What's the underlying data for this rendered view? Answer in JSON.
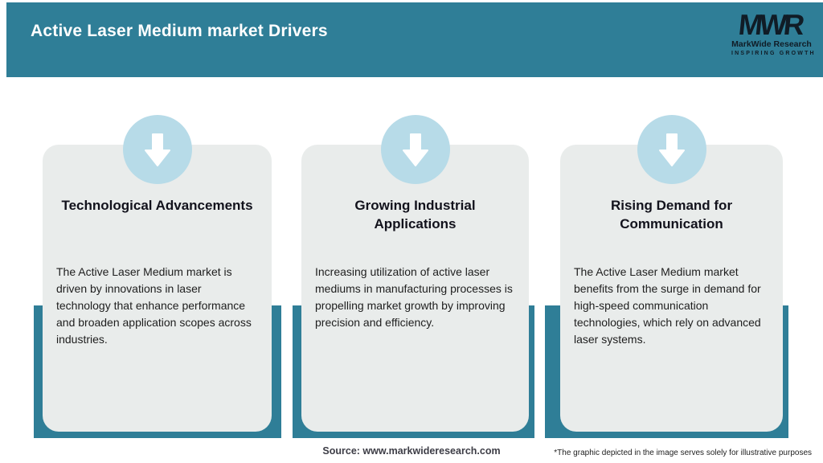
{
  "header": {
    "title": "Active Laser Medium market Drivers"
  },
  "logo": {
    "monogram": "MWR",
    "name": "MarkWide Research",
    "tagline": "INSPIRING GROWTH"
  },
  "cards": [
    {
      "icon": "down-arrow-icon",
      "title": "Technological Advancements",
      "body": "The Active Laser Medium market is driven by innovations in laser technology that enhance performance and broaden application scopes across industries."
    },
    {
      "icon": "down-arrow-icon",
      "title": "Growing Industrial Applications",
      "body": "Increasing utilization of active laser mediums in manufacturing processes is propelling market growth by improving precision and efficiency."
    },
    {
      "icon": "down-arrow-icon",
      "title": "Rising Demand for Communication",
      "body": "The Active Laser Medium market benefits from the surge in demand for high-speed communication technologies, which rely on advanced laser systems."
    }
  ],
  "footer": {
    "source": "Source: www.markwideresearch.com",
    "disclaimer": "*The graphic depicted in the image serves solely for illustrative purposes"
  },
  "colors": {
    "teal": "#2f7e97",
    "circle": "#b7dbe8",
    "card_bg": "#e9eceb",
    "logo_dark": "#101c26",
    "title_text": "#ffffff"
  }
}
